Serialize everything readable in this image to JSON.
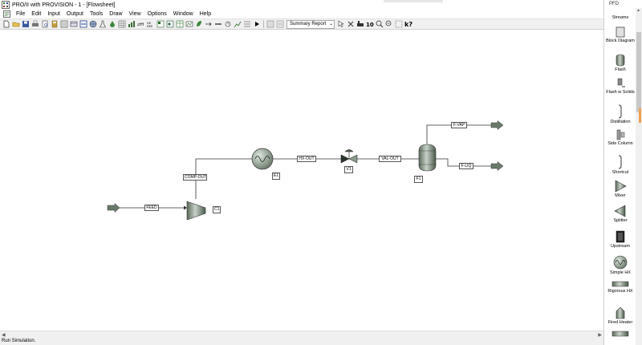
{
  "window": {
    "title": "PRO/II with PROVISION - 1 - [Flowsheet]"
  },
  "menu": [
    "File",
    "Edit",
    "Input",
    "Output",
    "Tools",
    "Draw",
    "View",
    "Options",
    "Window",
    "Help"
  ],
  "toolbar": {
    "report_select_value": "Summary Report"
  },
  "flowsheet": {
    "streams": {
      "feed": "FEED",
      "comp_out": "COMP-OUT",
      "hx_out": "HX-OUT",
      "val_out": "VAL-OUT",
      "f_vap": "F-VAP",
      "f_liq": "F-LIQ"
    },
    "units": {
      "compressor": "C1",
      "heat_exchanger": "E1",
      "valve": "V1",
      "flash": "F1"
    }
  },
  "status": {
    "text": "Run Simulation."
  },
  "palette": {
    "header": "PFD",
    "items": [
      "Streams",
      "Block Diagram",
      "Flash",
      "Flash w Solids",
      "Distillation",
      "Side Column",
      "Shortcut",
      "Mixer",
      "Splitter",
      "Upstream",
      "Simple HX",
      "Rigorous HX",
      "Fired Heater"
    ]
  }
}
